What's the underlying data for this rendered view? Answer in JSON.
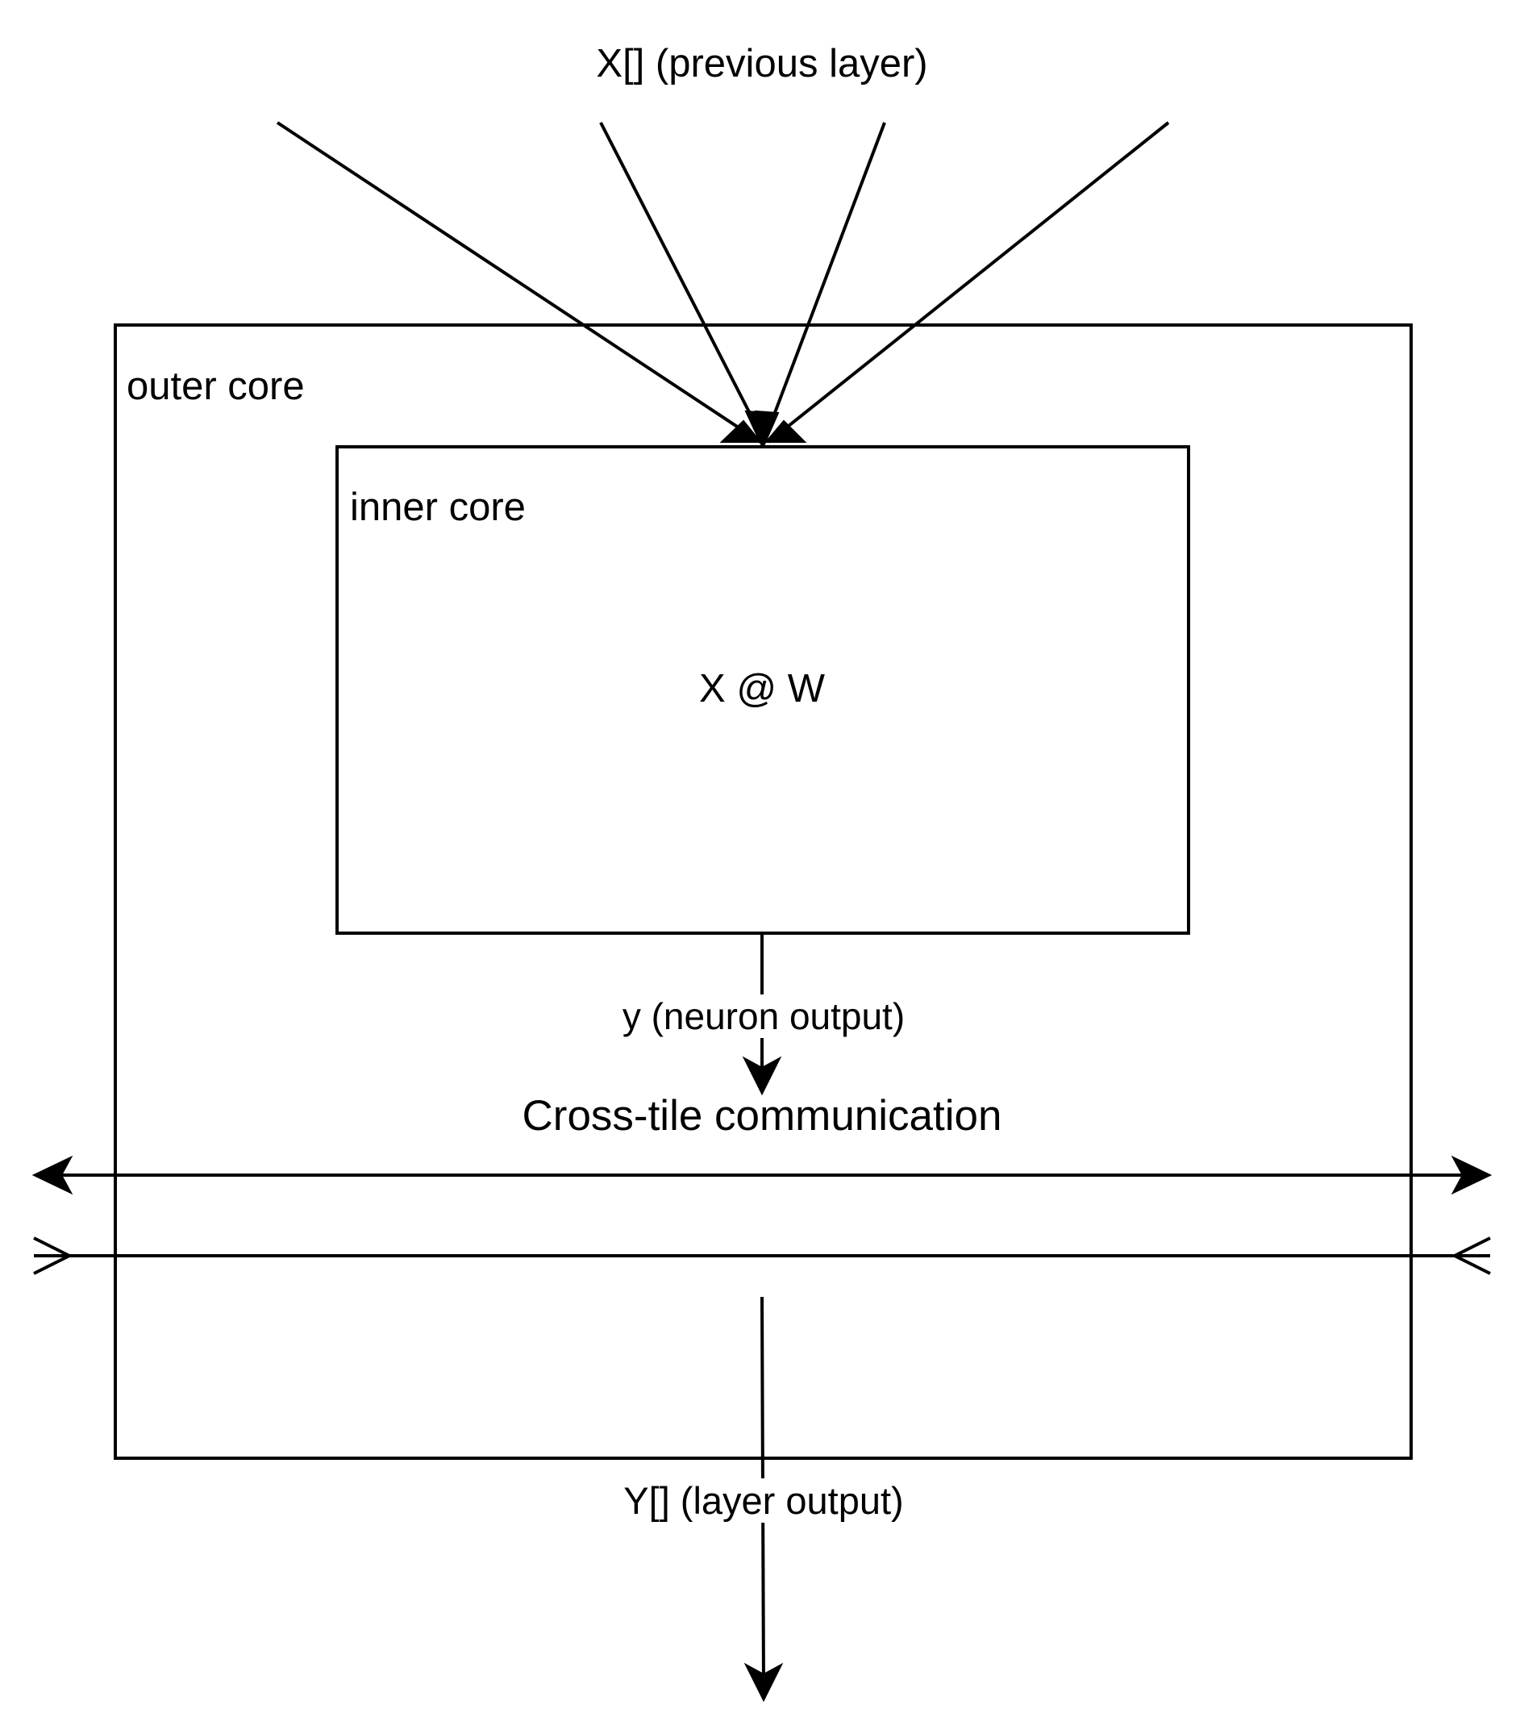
{
  "diagram": {
    "input_label": "X[] (previous layer)",
    "outer_label": "outer core",
    "inner_label": "inner core",
    "operation_label": "X @ W",
    "neuron_output_label": "y (neuron output)",
    "communication_label": "Cross-tile communication",
    "layer_output_label": "Y[] (layer output)"
  },
  "colors": {
    "stroke": "#000000",
    "background": "#ffffff"
  }
}
